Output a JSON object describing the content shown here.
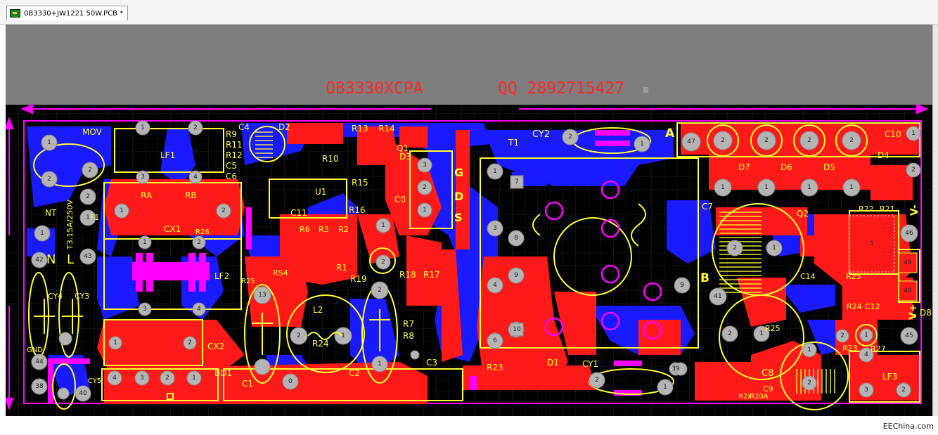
{
  "tab": {
    "title": "0B3330+JW1221 50W.PCB *",
    "icon": "pcb-document-icon"
  },
  "board": {
    "header_left": "OB3330XCPA",
    "header_right": "QQ 2892715427",
    "fuse_rating": "T3.15A/250V",
    "labels": {
      "mov": "MOV",
      "nt": "NT",
      "f1": "F1",
      "n": "N",
      "l": "L",
      "ra": "RA",
      "rb": "RB",
      "cx1": "CX1",
      "lf1": "LF1",
      "lf2": "LF2",
      "cx2": "CX2",
      "bd1": "BD1",
      "c1": "C1",
      "c2": "C2",
      "c3": "C3",
      "c4": "C4",
      "c5": "C5",
      "c6": "C6",
      "c7": "C7",
      "c8": "C8",
      "c9": "C9",
      "c10": "C10",
      "c11": "C11",
      "c12": "C12",
      "c14": "C14",
      "c0": "C0",
      "cy1": "CY1",
      "cy2": "CY2",
      "cy3": "CY3",
      "cy4": "CY4",
      "cy5": "CY5",
      "d1": "D1",
      "d2": "D2",
      "d3": "D3",
      "d4": "D4",
      "d5": "D5",
      "d6": "D6",
      "d7": "D7",
      "d8": "D8",
      "q1": "Q1",
      "q2": "Q2",
      "t1": "T1",
      "u1": "U1",
      "l2": "L2",
      "lf3": "LF3",
      "gnd": "GND",
      "r1": "R1",
      "r2": "R2",
      "r3": "R3",
      "r6": "R6",
      "r7": "R7",
      "r8": "R8",
      "r9": "R9",
      "r10": "R10",
      "r11": "R11",
      "r12": "R12",
      "r13": "R13",
      "r14": "R14",
      "r15": "R15",
      "r16": "R16",
      "r17": "R17",
      "r18": "R18",
      "r19": "R19",
      "r20a": "R20A",
      "r21": "R21",
      "r22": "R22",
      "r23": "R23",
      "r23b": "R23",
      "r24": "R24",
      "r24b": "R24",
      "r25": "R25",
      "r25b": "R25",
      "r25c": "R25",
      "r26": "R26",
      "r27": "R27",
      "rs4": "RS4",
      "r2x": "R2x",
      "s": "S",
      "d": "D",
      "g": "G",
      "a": "A",
      "b": "B",
      "v_minus": "V-",
      "v_plus": "V+"
    }
  },
  "watermark": "EEChina.com",
  "colors": {
    "board_bg": "#000000",
    "top_copper": "#ff1a1a",
    "bottom_copper": "#1a1aff",
    "silkscreen": "#ffff33",
    "outline": "#ff00ff",
    "pad": "#b4b4b4",
    "canvas_bg": "#7e7e7e",
    "header_text": "#ff2a2a"
  }
}
